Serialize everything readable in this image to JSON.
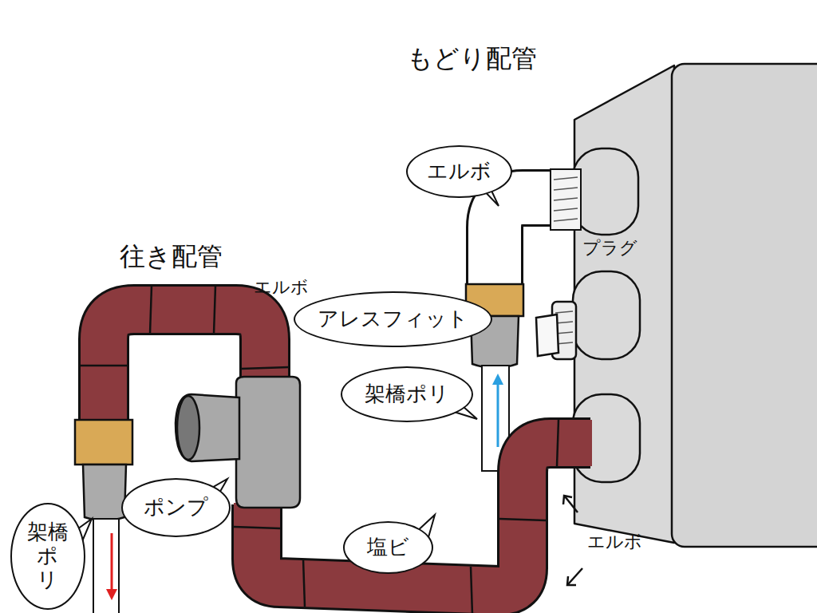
{
  "diagram": {
    "nodes": [
      {
        "text": [
          "エルボ"
        ]
      },
      {
        "text": [
          "アレスフィット"
        ]
      },
      {
        "text": [
          "架橋ポリ"
        ]
      },
      {
        "text": [
          "ポンプ"
        ]
      },
      {
        "text": [
          "塩ビ"
        ]
      },
      {
        "text": [
          "架橋ポリ"
        ]
      }
    ],
    "labels": [
      "もどり配管",
      "往き配管",
      "エルボ",
      "プラグ",
      "エルボ"
    ]
  }
}
